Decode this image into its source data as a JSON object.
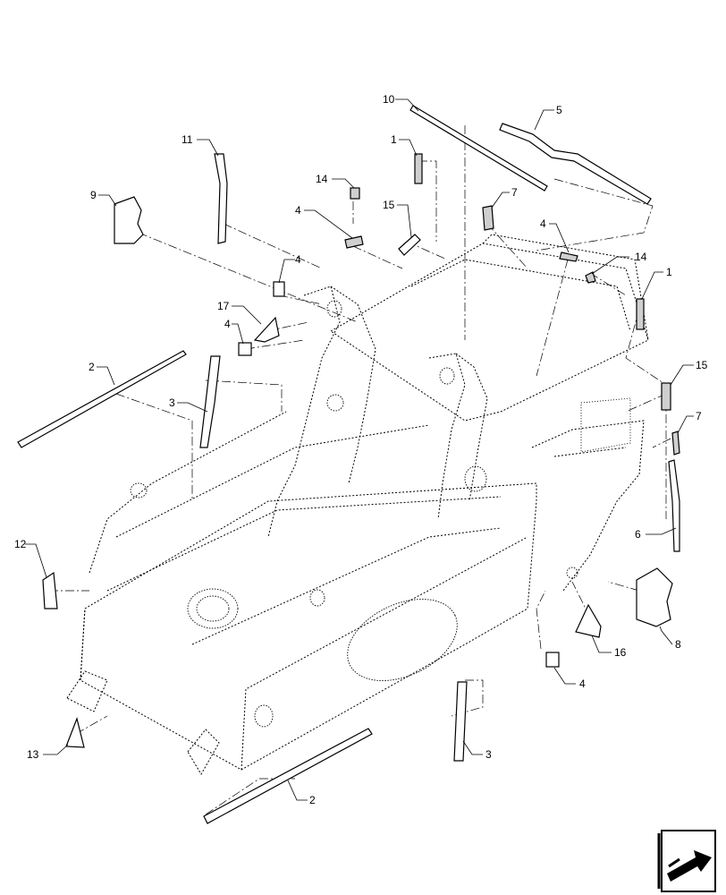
{
  "diagram": {
    "callouts": [
      {
        "id": "c10",
        "label": "10"
      },
      {
        "id": "c5",
        "label": "5"
      },
      {
        "id": "c11",
        "label": "11"
      },
      {
        "id": "c1a",
        "label": "1"
      },
      {
        "id": "c14a",
        "label": "14"
      },
      {
        "id": "c9",
        "label": "9"
      },
      {
        "id": "c7a",
        "label": "7"
      },
      {
        "id": "c15a",
        "label": "15"
      },
      {
        "id": "c4a",
        "label": "4"
      },
      {
        "id": "c4b",
        "label": "4"
      },
      {
        "id": "c4c",
        "label": "4"
      },
      {
        "id": "c14b",
        "label": "14"
      },
      {
        "id": "c1b",
        "label": "1"
      },
      {
        "id": "c17",
        "label": "17"
      },
      {
        "id": "c4d",
        "label": "4"
      },
      {
        "id": "c2a",
        "label": "2"
      },
      {
        "id": "c3a",
        "label": "3"
      },
      {
        "id": "c15b",
        "label": "15"
      },
      {
        "id": "c7b",
        "label": "7"
      },
      {
        "id": "c6",
        "label": "6"
      },
      {
        "id": "c12",
        "label": "12"
      },
      {
        "id": "c8",
        "label": "8"
      },
      {
        "id": "c16",
        "label": "16"
      },
      {
        "id": "c4e",
        "label": "4"
      },
      {
        "id": "c13",
        "label": "13"
      },
      {
        "id": "c3b",
        "label": "3"
      },
      {
        "id": "c2b",
        "label": "2"
      }
    ],
    "nav_icon": "next-page-arrow-icon"
  }
}
